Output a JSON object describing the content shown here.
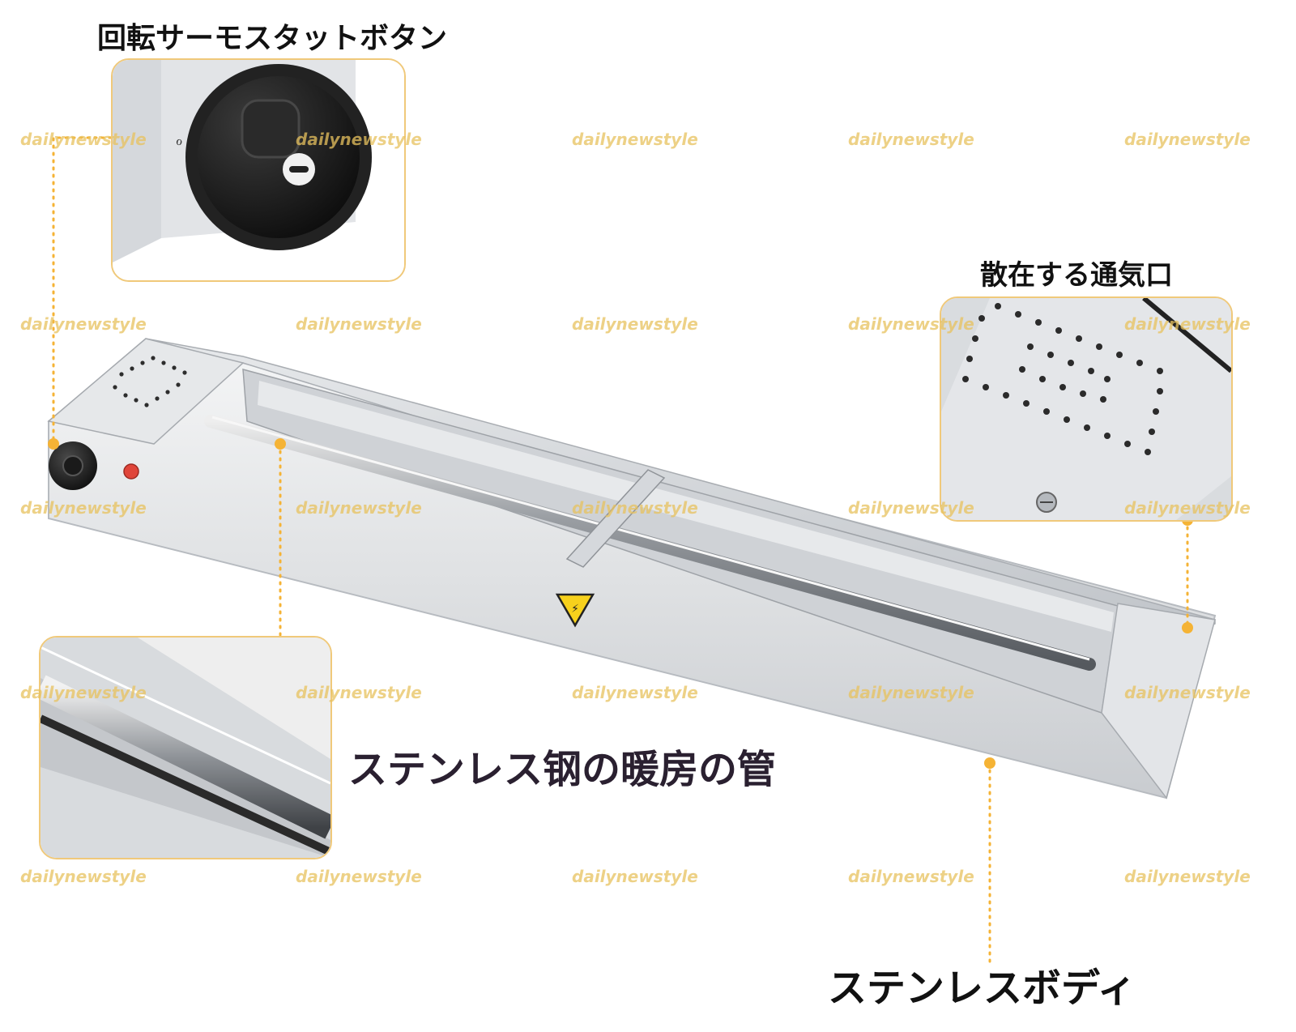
{
  "labels": {
    "thermostat": "回転サーモスタットボタン",
    "vents": "散在する通気口",
    "heating_tube": "ステンレス钢の暖房の管",
    "body": "ステンレスボディ"
  },
  "watermark": "dailynewstyle",
  "colors": {
    "accent": "#f5b335",
    "callout_border": "#f0c97a",
    "steel": "#d9dcdf",
    "warning": "#f7d11c"
  },
  "icons": {
    "warning": "warning-triangle-icon",
    "indicator": "indicator-light-icon"
  }
}
